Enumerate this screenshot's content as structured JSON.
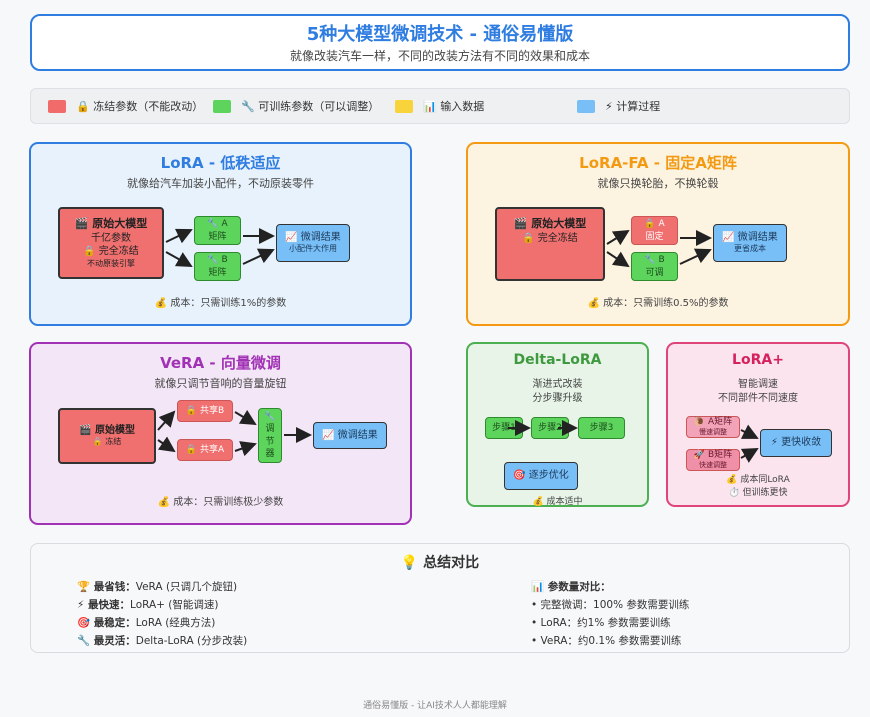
{
  "header": {
    "title": "5种大模型微调技术 - 通俗易懂版",
    "subtitle": "就像改装汽车一样，不同的改装方法有不同的效果和成本"
  },
  "legend": [
    {
      "label": "🔒 冻结参数（不能改动）",
      "color": "#f26b6b"
    },
    {
      "label": "🔧 可训练参数（可以调整）",
      "color": "#5dd55d"
    },
    {
      "label": "📊 输入数据",
      "color": "#f8d33c"
    },
    {
      "label": "⚡ 计算过程",
      "color": "#79bff7"
    }
  ],
  "lora": {
    "title": "LoRA - 低秩适应",
    "subtitle": "就像给汽车加装小配件，不动原装零件",
    "base": {
      "l1": "🎬 原始大模型",
      "l2": "千亿参数",
      "l3": "🔒 完全冻结",
      "l4": "不动原装引擎"
    },
    "a": {
      "l1": "🔧 A",
      "l2": "矩阵"
    },
    "b": {
      "l1": "🔧 B",
      "l2": "矩阵"
    },
    "result": {
      "l1": "📈 微调结果",
      "l2": "小配件大作用"
    },
    "cost": "💰 成本：只需训练1%的参数",
    "color": "#2f7de1"
  },
  "lorafa": {
    "title": "LoRA-FA - 固定A矩阵",
    "subtitle": "就像只换轮胎，不换轮毂",
    "base": {
      "l1": "🎬 原始大模型",
      "l2": "🔒 完全冻结"
    },
    "a": {
      "l1": "🔒 A",
      "l2": "固定"
    },
    "b": {
      "l1": "🔧 B",
      "l2": "可调"
    },
    "result": {
      "l1": "📈 微调结果",
      "l2": "更省成本"
    },
    "cost": "💰 成本：只需训练0.5%的参数",
    "color": "#f39a12"
  },
  "vera": {
    "title": "VeRA - 向量微调",
    "subtitle": "就像只调节音响的音量旋钮",
    "base": {
      "l1": "🎬 原始模型",
      "l2": "🔒 冻结"
    },
    "shared_b": "🔒 共享B",
    "shared_a": "🔒 共享A",
    "tune": "🔧 调 节 器",
    "result": "📈 微调结果",
    "cost": "💰 成本：只需训练极少参数",
    "color": "#a232b5"
  },
  "delta": {
    "title": "Delta-LoRA",
    "subtitle1": "渐进式改装",
    "subtitle2": "分步骤升级",
    "step1": "步骤1",
    "step2": "步骤2",
    "step3": "步骤3",
    "opt": "🎯 逐步优化",
    "cost": "💰 成本适中",
    "color": "#3f9a3f"
  },
  "loraplus": {
    "title": "LoRA+",
    "subtitle1": "智能调速",
    "subtitle2": "不同部件不同速度",
    "a": {
      "l1": "🐌 A矩阵",
      "l2": "慢速调整"
    },
    "b": {
      "l1": "🚀 B矩阵",
      "l2": "快速调整"
    },
    "result": "⚡ 更快收敛",
    "cost1": "💰 成本同LoRA",
    "cost2": "⏱️ 但训练更快",
    "color": "#d6215d"
  },
  "summary": {
    "title": "💡 总结对比",
    "left": [
      {
        "head": "🏆 最省钱：",
        "text": "VeRA (只调几个旋钮)"
      },
      {
        "head": "⚡ 最快速：",
        "text": "LoRA+ (智能调速)"
      },
      {
        "head": "🎯 最稳定：",
        "text": "LoRA (经典方法)"
      },
      {
        "head": "🔧 最灵活：",
        "text": "Delta-LoRA (分步改装)"
      }
    ],
    "right_title": "📊 参数量对比：",
    "right": [
      "• 完整微调：100% 参数需要训练",
      "• LoRA：约1% 参数需要训练",
      "• VeRA：约0.1% 参数需要训练"
    ]
  },
  "footer": "通俗易懂版 - 让AI技术人人都能理解"
}
